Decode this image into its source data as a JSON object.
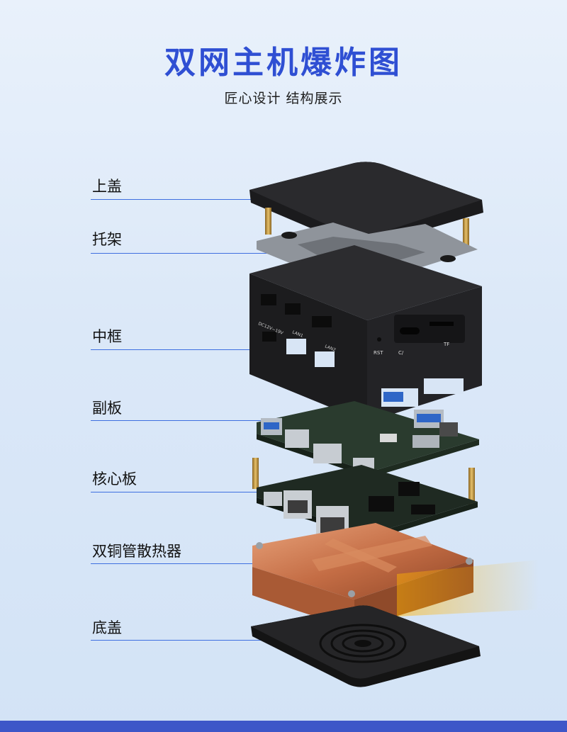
{
  "header": {
    "title": "双网主机爆炸图",
    "subtitle": "匠心设计 结构展示"
  },
  "parts": [
    {
      "label": "上盖"
    },
    {
      "label": "托架"
    },
    {
      "label": "中框"
    },
    {
      "label": "副板"
    },
    {
      "label": "核心板"
    },
    {
      "label": "双铜管散热器"
    },
    {
      "label": "底盖"
    }
  ],
  "device": {
    "port_labels": {
      "power": "DC12V~19V",
      "lan1": "LAN1",
      "lan2": "LAN2",
      "reset": "RST",
      "typec": "C/",
      "tf": "TF"
    }
  },
  "colors": {
    "title": "#2f4fd3",
    "leader": "#3e6fe0",
    "copper": "#c9714a",
    "bar": "#3d56c8"
  }
}
